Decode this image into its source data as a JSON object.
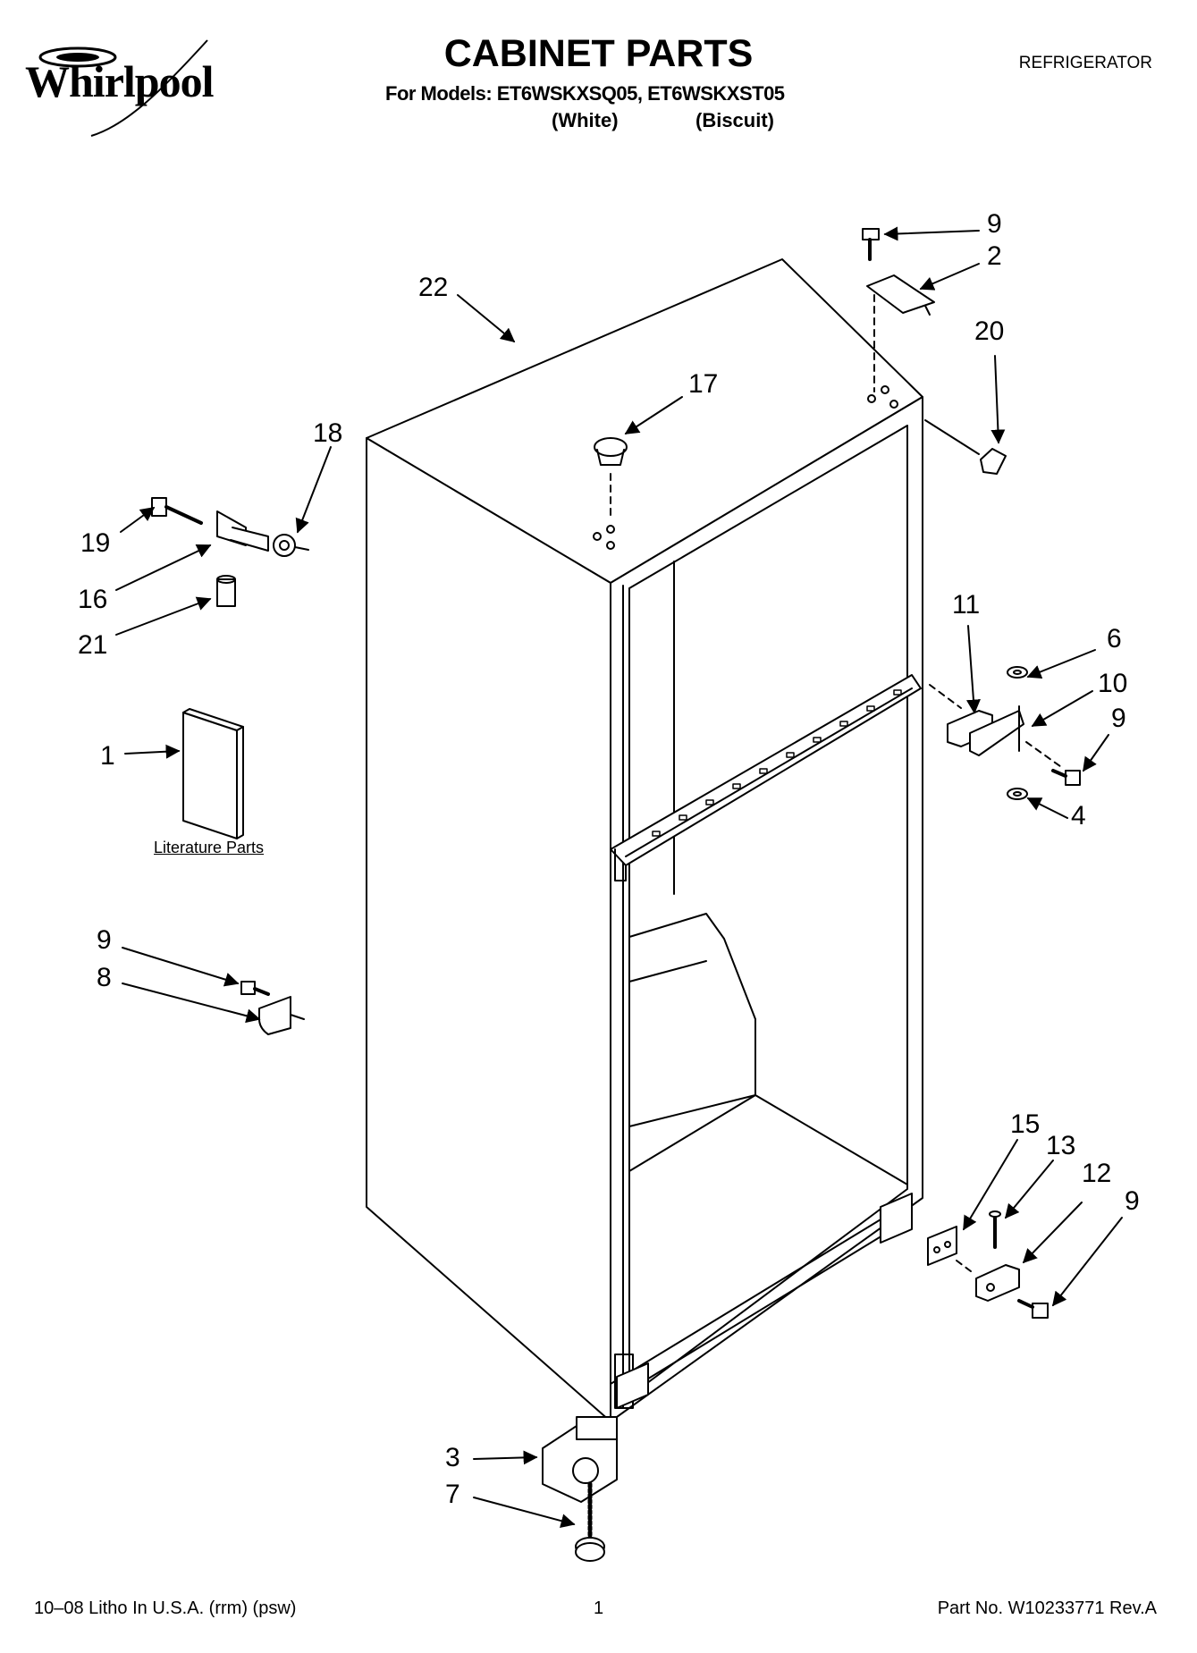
{
  "header": {
    "brand": "Whirlpool",
    "title": "CABINET PARTS",
    "models_line": "For Models: ET6WSKXSQ05, ET6WSKXST05",
    "variant_1": "(White)",
    "variant_2": "(Biscuit)",
    "category": "REFRIGERATOR"
  },
  "literature_label": "Literature Parts",
  "callouts": {
    "c22": "22",
    "c9a": "9",
    "c2": "2",
    "c20": "20",
    "c17": "17",
    "c18": "18",
    "c19": "19",
    "c16": "16",
    "c21": "21",
    "c1": "1",
    "c11": "11",
    "c6": "6",
    "c10": "10",
    "c9b": "9",
    "c4": "4",
    "c9c": "9",
    "c8": "8",
    "c15": "15",
    "c13": "13",
    "c12": "12",
    "c9d": "9",
    "c3": "3",
    "c7": "7"
  },
  "footer": {
    "left": "10–08 Litho In U.S.A. (rrm) (psw)",
    "page": "1",
    "right": "Part No. W10233771 Rev.A"
  }
}
